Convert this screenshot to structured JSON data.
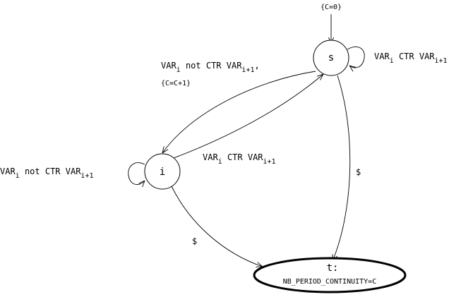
{
  "states": {
    "s": "s",
    "i": "i",
    "t": "t:",
    "t_condition": "NB_PERIOD_CONTINUITY=C"
  },
  "initial": {
    "label": "{C=0}"
  },
  "edges": {
    "s_self": {
      "var": "VAR",
      "i": "i",
      "mid": " CTR VAR",
      "i1": "i+1"
    },
    "s_to_i": {
      "var": "VAR",
      "i": "i",
      "mid": " not CTR VAR",
      "i1": "i+1",
      "suffix": ",",
      "action": "{C=C+1}"
    },
    "i_to_s": {
      "var": "VAR",
      "i": "i",
      "mid": " CTR VAR",
      "i1": "i+1"
    },
    "i_self": {
      "var": "VAR",
      "i": "i",
      "mid": " not CTR VAR",
      "i1": "i+1"
    },
    "s_to_t": {
      "label": "$"
    },
    "i_to_t": {
      "label": "$"
    }
  }
}
